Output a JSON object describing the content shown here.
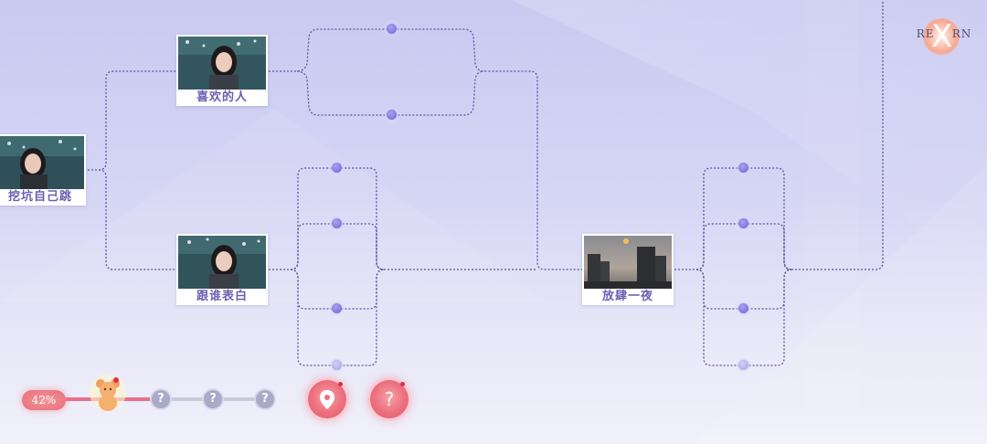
{
  "nodes": [
    {
      "id": "start",
      "caption": "挖坑自己跳"
    },
    {
      "id": "like",
      "caption": "喜欢的人"
    },
    {
      "id": "confess",
      "caption": "跟谁表白"
    },
    {
      "id": "night",
      "caption": "放肆一夜"
    }
  ],
  "logo": {
    "left_text": "RE",
    "mid_text": "X",
    "right_text": "RN"
  },
  "progress": {
    "label": "42%",
    "value": 0.42
  },
  "chapters": {
    "locked_icon": "?",
    "count_locked": 3
  },
  "buttons": {
    "map_icon": "map-pin-icon",
    "help_icon": "question-icon",
    "help_glyph": "?"
  },
  "colors": {
    "accent": "#6c63d6",
    "pink": "#e96d7a",
    "path": "#5a55a0"
  }
}
